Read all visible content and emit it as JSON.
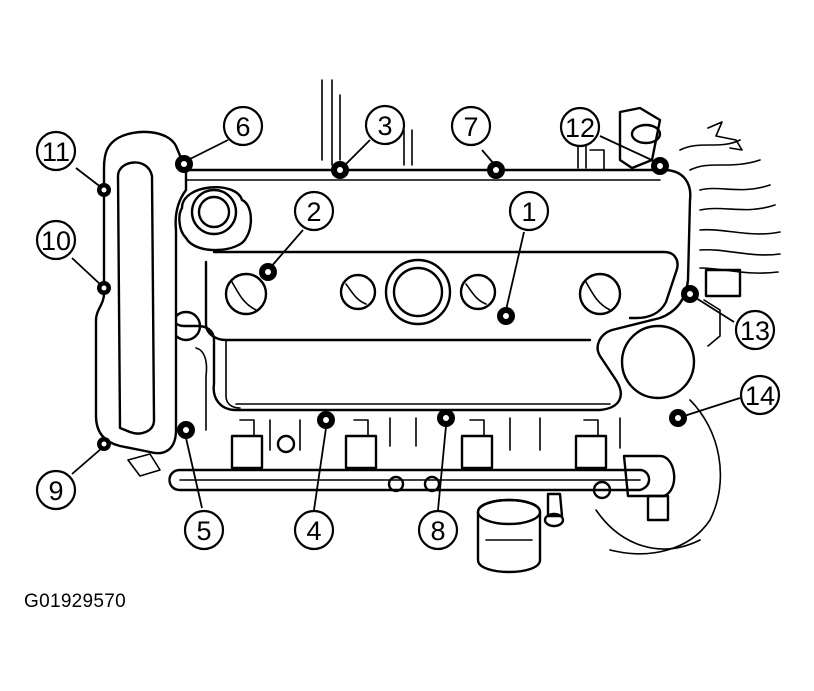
{
  "figure": {
    "code": "G01929570"
  },
  "callouts": [
    {
      "label": "1"
    },
    {
      "label": "2"
    },
    {
      "label": "3"
    },
    {
      "label": "4"
    },
    {
      "label": "5"
    },
    {
      "label": "6"
    },
    {
      "label": "7"
    },
    {
      "label": "8"
    },
    {
      "label": "9"
    },
    {
      "label": "10"
    },
    {
      "label": "11"
    },
    {
      "label": "12"
    },
    {
      "label": "13"
    },
    {
      "label": "14"
    }
  ],
  "colors": {
    "line": "#000000",
    "background": "#ffffff"
  }
}
